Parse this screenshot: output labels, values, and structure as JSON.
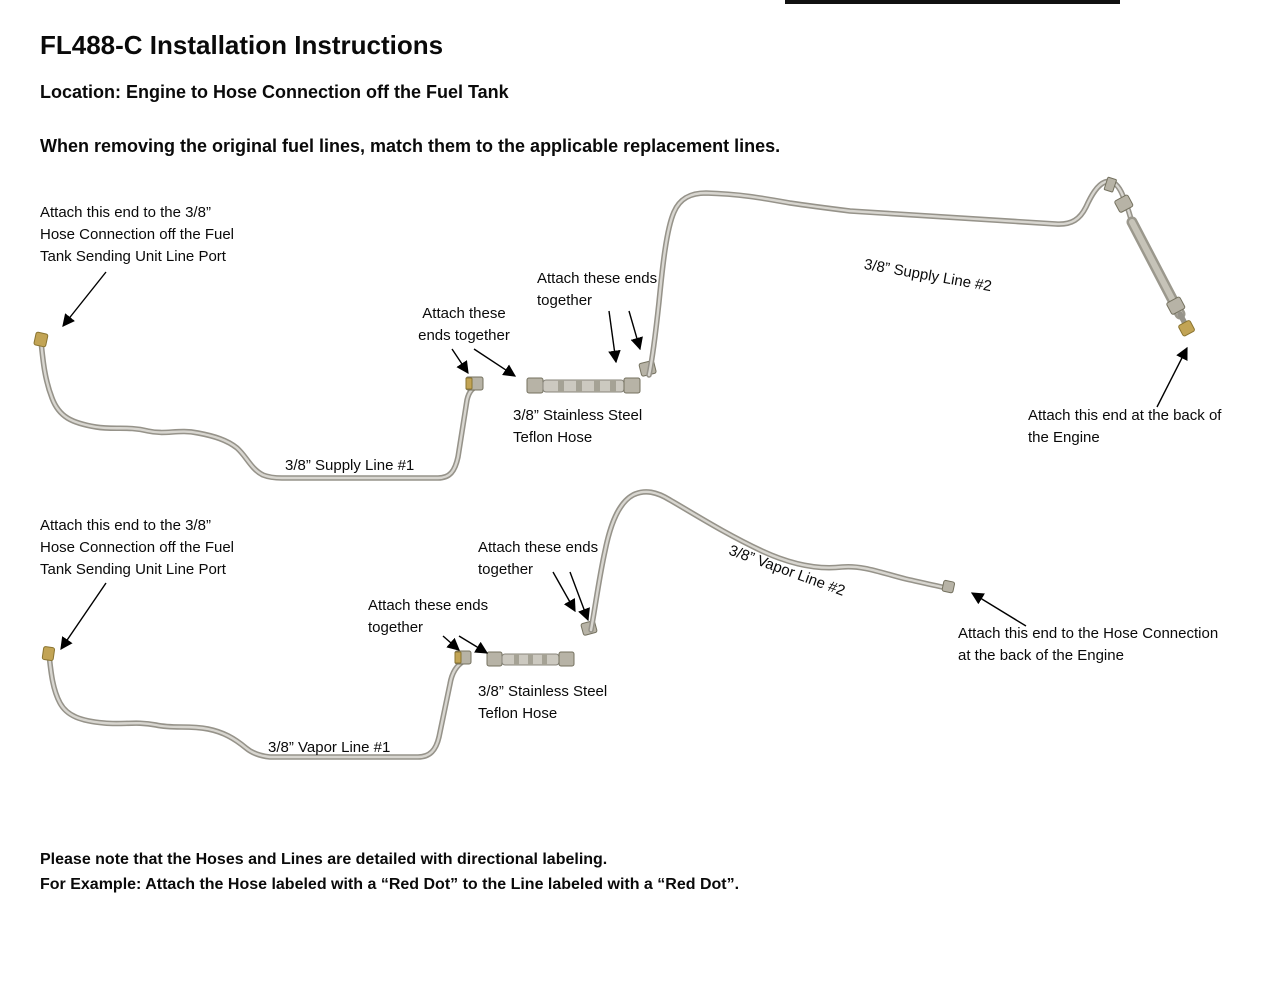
{
  "page": {
    "title": "FL488-C Installation Instructions",
    "location_line": "Location: Engine to Hose Connection off the Fuel Tank",
    "intro_line": "When removing the original fuel lines, match them to the applicable replacement lines."
  },
  "supply": {
    "tank_end_label": "Attach this end to the 3/8”\nHose Connection off the Fuel\nTank Sending Unit Line Port",
    "attach_ends_left": "Attach these\nends together",
    "attach_ends_right": "Attach these ends\ntogether",
    "hose_label": "3/8” Stainless Steel\nTeflon Hose",
    "line1_label": "3/8” Supply Line #1",
    "line2_label": "3/8” Supply Line #2",
    "engine_end_label": "Attach this end at the back of\nthe Engine"
  },
  "vapor": {
    "tank_end_label": "Attach this end to the 3/8”\nHose Connection off the Fuel\nTank Sending Unit Line Port",
    "attach_ends_left": "Attach these ends\ntogether",
    "attach_ends_right": "Attach these ends\ntogether",
    "hose_label": "3/8” Stainless Steel\nTeflon Hose",
    "line1_label": "3/8” Vapor Line #1",
    "line2_label": "3/8” Vapor Line #2",
    "engine_end_label": "Attach this end to the Hose Connection\nat the back of the Engine"
  },
  "footer": {
    "note1": "Please note that the Hoses and Lines are detailed with directional labeling.",
    "note2": "For Example: Attach the Hose labeled with a “Red Dot” to the Line labeled with a “Red Dot”."
  },
  "colors": {
    "tube": "#96938a",
    "fitting_brass": "#c2a455",
    "arrow": "#000000",
    "background": "#ffffff"
  }
}
